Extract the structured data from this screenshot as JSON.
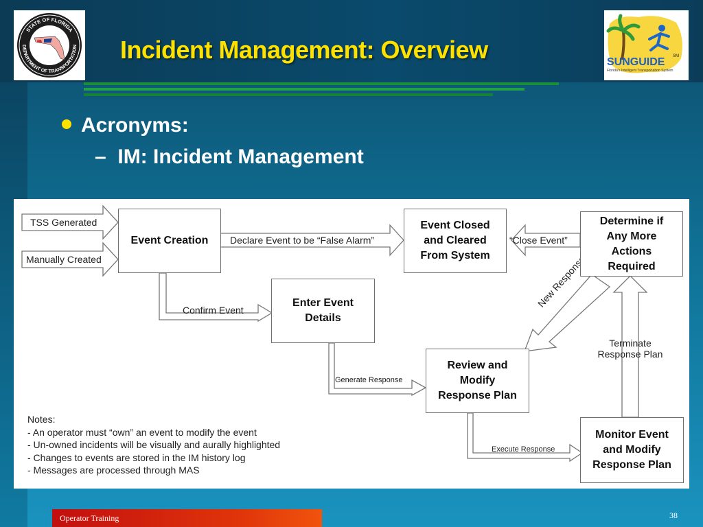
{
  "title": "Incident Management: Overview",
  "bullets": {
    "main": "Acronyms:",
    "sub": "IM: Incident Management",
    "sub_marker": "–"
  },
  "logos": {
    "left": {
      "icon": "fdot-seal-logo",
      "ring_text": "STATE OF FLORIDA",
      "bottom_text": "DEPARTMENT OF TRANSPORTATION"
    },
    "right": {
      "icon": "sunguide-logo",
      "brand": "SUNGUIDE",
      "mark": "SM",
      "tagline": "Florida's Intelligent Transportation System"
    }
  },
  "diagram": {
    "boxes": {
      "event_creation": "Event Creation",
      "event_closed": "Event Closed\nand Cleared\nFrom System",
      "determine": "Determine if\nAny More\nActions\nRequired",
      "enter_details": "Enter Event\nDetails",
      "review": "Review and\nModify\nResponse Plan",
      "monitor": "Monitor Event\nand Modify\nResponse Plan"
    },
    "labels": {
      "tss": "TSS Generated",
      "manual": "Manually Created",
      "false_alarm": "Declare Event to be “False Alarm”",
      "close_event": "“Close Event”",
      "confirm": "Confirm Event",
      "generate": "Generate Response",
      "execute": "Execute Response",
      "new_response": "New Response",
      "terminate": "Terminate\nResponse Plan"
    },
    "notes": {
      "heading": "Notes:",
      "items": [
        "- An operator must “own” an event to modify the event",
        "- Un-owned incidents will be visually and aurally highlighted",
        "- Changes to events are stored in the IM history log",
        "- Messages are processed through MAS"
      ]
    }
  },
  "footer": {
    "label": "Operator Training",
    "page": "38"
  },
  "colors": {
    "title": "#ffe100",
    "bullet_dot": "#ffe100",
    "footer": "#d42a0c",
    "rule": "#1a8f3a"
  }
}
